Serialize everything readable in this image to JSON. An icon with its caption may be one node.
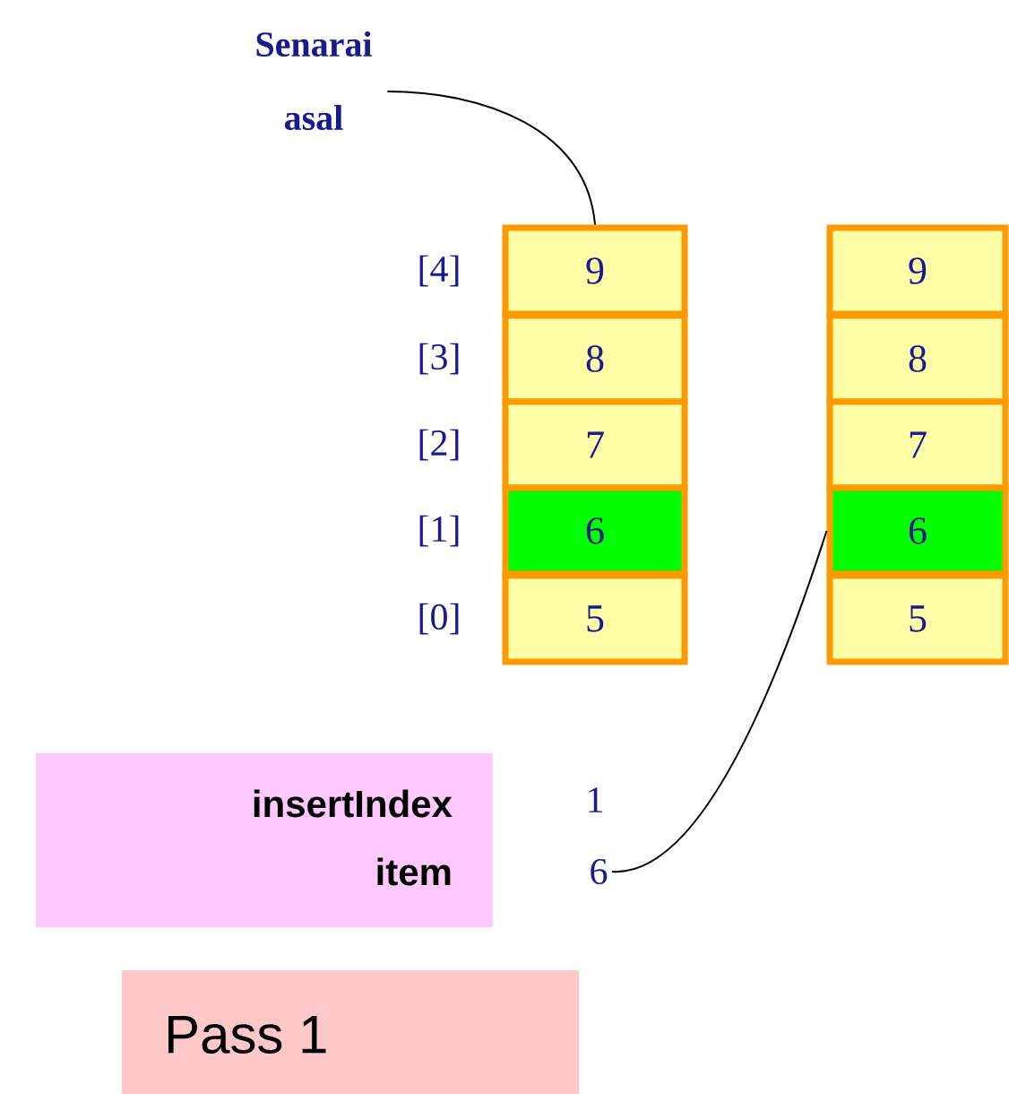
{
  "diagram": {
    "nodes": [
      {
        "text": [
          "Senarai asal"
        ]
      },
      {
        "text": [
          "9"
        ]
      },
      {
        "text": [
          "8"
        ]
      },
      {
        "text": [
          "7"
        ]
      },
      {
        "text": [
          "6"
        ]
      },
      {
        "text": [
          "5"
        ]
      },
      {
        "text": [
          "9"
        ]
      },
      {
        "text": [
          "8"
        ]
      },
      {
        "text": [
          "7"
        ]
      },
      {
        "text": [
          "6"
        ]
      },
      {
        "text": [
          "5"
        ]
      },
      {
        "text": [
          "insertIndex",
          "item"
        ]
      },
      {
        "text": [
          "6"
        ]
      },
      {
        "text": [
          "Pass 1"
        ]
      }
    ],
    "edges": [
      {
        "from": 0,
        "to": 1,
        "arrow": "none"
      },
      {
        "from": 12,
        "to": 9,
        "arrow": "none"
      }
    ],
    "labels": [
      "[4]",
      "[3]",
      "[2]",
      "[1]",
      "[0]",
      "1"
    ]
  }
}
